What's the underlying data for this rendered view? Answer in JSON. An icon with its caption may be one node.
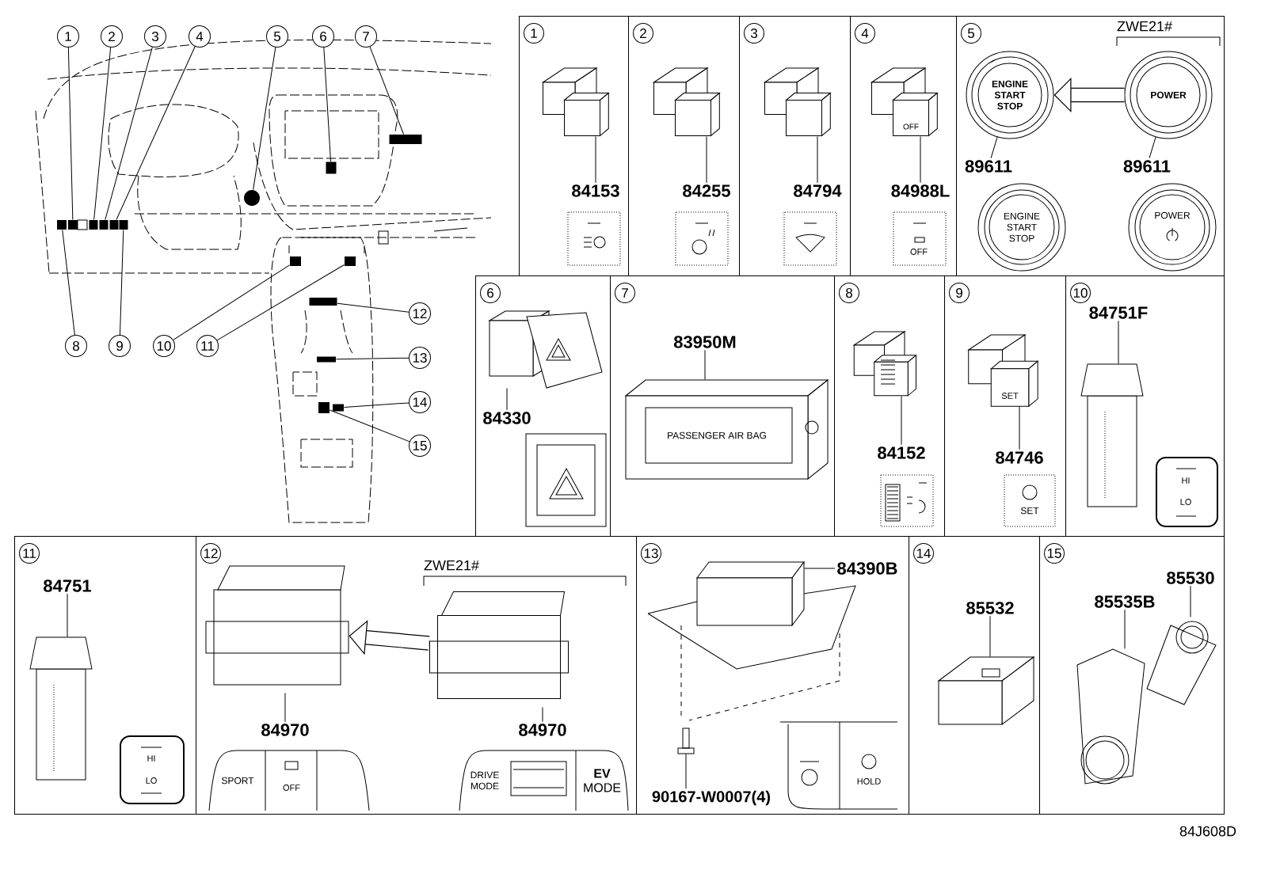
{
  "diagram": {
    "nodes": [
      {
        "text": [
          "1"
        ]
      },
      {
        "text": [
          "2"
        ]
      },
      {
        "text": [
          "3"
        ]
      },
      {
        "text": [
          "4"
        ]
      },
      {
        "text": [
          "5"
        ]
      },
      {
        "text": [
          "6"
        ]
      },
      {
        "text": [
          "7"
        ]
      },
      {
        "text": [
          "8"
        ]
      },
      {
        "text": [
          "9"
        ]
      },
      {
        "text": [
          "10"
        ]
      },
      {
        "text": [
          "11"
        ]
      },
      {
        "text": [
          "12"
        ]
      },
      {
        "text": [
          "13"
        ]
      },
      {
        "text": [
          "14"
        ]
      },
      {
        "text": [
          "15"
        ]
      },
      {
        "text": [
          "1"
        ]
      },
      {
        "text": [
          "2"
        ]
      },
      {
        "text": [
          "3"
        ]
      },
      {
        "text": [
          "4"
        ]
      },
      {
        "text": [
          "5"
        ]
      },
      {
        "text": [
          "6"
        ]
      },
      {
        "text": [
          "7"
        ]
      },
      {
        "text": [
          "8"
        ]
      },
      {
        "text": [
          "9"
        ]
      },
      {
        "text": [
          "10"
        ]
      },
      {
        "text": [
          "11"
        ]
      },
      {
        "text": [
          "12"
        ]
      },
      {
        "text": [
          "13"
        ]
      },
      {
        "text": [
          "14"
        ]
      },
      {
        "text": [
          "15"
        ]
      },
      {
        "text": [
          "84153"
        ],
        "in": 15
      },
      {
        "text": [
          "84255"
        ],
        "in": 16
      },
      {
        "text": [
          "84794"
        ],
        "in": 17
      },
      {
        "text": [
          "84988L"
        ],
        "in": 18
      },
      {
        "text": [
          "ENGINE START STOP"
        ],
        "in": 19
      },
      {
        "text": [
          "POWER"
        ],
        "in": 19
      },
      {
        "text": [
          "89611"
        ],
        "in": 19
      },
      {
        "text": [
          "89611"
        ],
        "in": 19
      },
      {
        "text": [
          "84330"
        ],
        "in": 20
      },
      {
        "text": [
          "83950M"
        ],
        "in": 21
      },
      {
        "text": [
          "84152"
        ],
        "in": 22
      },
      {
        "text": [
          "84746"
        ],
        "in": 23
      },
      {
        "text": [
          "84751F"
        ],
        "in": 24
      },
      {
        "text": [
          "84751"
        ],
        "in": 25
      },
      {
        "text": [],
        "shape": "picture",
        "in": 26
      },
      {
        "text": [],
        "shape": "picture",
        "in": 26
      },
      {
        "text": [
          "84970"
        ],
        "in": 26
      },
      {
        "text": [
          "84970"
        ],
        "in": 26
      },
      {
        "text": [
          "84390B"
        ],
        "in": 27
      },
      {
        "text": [
          "90167-W0007(4)"
        ],
        "in": 27
      },
      {
        "text": [
          "85532"
        ],
        "in": 28
      },
      {
        "text": [
          "85535B"
        ],
        "in": 29
      },
      {
        "text": [
          "85530"
        ],
        "in": 29
      },
      {
        "text": [],
        "shape": "box"
      },
      {
        "text": [],
        "shape": "box"
      },
      {
        "text": [],
        "shape": "box"
      },
      {
        "text": [],
        "shape": "box"
      },
      {
        "text": [],
        "shape": "circle"
      },
      {
        "text": [],
        "shape": "box"
      },
      {
        "text": [],
        "shape": "box"
      },
      {
        "text": [],
        "shape": "box"
      },
      {
        "text": [],
        "shape": "box"
      },
      {
        "text": [],
        "shape": "box"
      },
      {
        "text": [],
        "shape": "box"
      },
      {
        "text": [],
        "shape": "box"
      },
      {
        "text": [],
        "shape": "box"
      },
      {
        "text": [],
        "shape": "box"
      },
      {
        "text": [],
        "shape": "box"
      },
      {
        "text": [],
        "shape": "picture",
        "in": 15
      },
      {
        "text": [],
        "shape": "picture",
        "in": 16
      },
      {
        "text": [],
        "shape": "picture",
        "in": 17
      },
      {
        "text": [],
        "shape": "picture",
        "in": 18
      },
      {
        "text": [],
        "shape": "picture",
        "in": 20
      },
      {
        "text": [],
        "shape": "picture",
        "in": 21
      },
      {
        "text": [],
        "shape": "picture",
        "in": 22
      },
      {
        "text": [],
        "shape": "picture",
        "in": 23
      },
      {
        "text": [],
        "shape": "picture",
        "in": 24
      },
      {
        "text": [],
        "shape": "picture",
        "in": 25
      },
      {
        "text": [],
        "shape": "picture",
        "in": 27
      },
      {
        "text": [],
        "shape": "picture",
        "in": 27
      },
      {
        "text": [],
        "shape": "picture",
        "in": 28
      },
      {
        "text": [],
        "shape": "picture",
        "in": 29
      },
      {
        "text": [],
        "shape": "picture",
        "in": 29
      }
    ],
    "edges": [
      {
        "from": 0,
        "to": 53,
        "arrow": "none"
      },
      {
        "from": 1,
        "to": 54,
        "arrow": "none"
      },
      {
        "from": 2,
        "to": 55,
        "arrow": "none"
      },
      {
        "from": 3,
        "to": 56,
        "arrow": "none"
      },
      {
        "from": 4,
        "to": 57,
        "arrow": "none"
      },
      {
        "from": 5,
        "to": 58,
        "arrow": "none"
      },
      {
        "from": 6,
        "to": 59,
        "arrow": "none"
      },
      {
        "from": 7,
        "to": 60,
        "arrow": "none"
      },
      {
        "from": 8,
        "to": 61,
        "arrow": "none"
      },
      {
        "from": 9,
        "to": 62,
        "arrow": "none"
      },
      {
        "from": 10,
        "to": 63,
        "arrow": "none"
      },
      {
        "from": 11,
        "to": 64,
        "arrow": "none"
      },
      {
        "from": 12,
        "to": 65,
        "arrow": "none"
      },
      {
        "from": 13,
        "to": 66,
        "arrow": "none"
      },
      {
        "from": 14,
        "to": 67,
        "arrow": "none"
      },
      {
        "from": 30,
        "to": 68,
        "arrow": "none"
      },
      {
        "from": 31,
        "to": 69,
        "arrow": "none"
      },
      {
        "from": 32,
        "to": 70,
        "arrow": "none"
      },
      {
        "from": 33,
        "to": 71,
        "arrow": "none"
      },
      {
        "from": 36,
        "to": 34,
        "arrow": "none"
      },
      {
        "from": 37,
        "to": 35,
        "arrow": "none"
      },
      {
        "from": 35,
        "to": 34,
        "arrow": "to",
        "style": "thick"
      },
      {
        "from": 38,
        "to": 72,
        "arrow": "none"
      },
      {
        "from": 39,
        "to": 73,
        "arrow": "none"
      },
      {
        "from": 40,
        "to": 74,
        "arrow": "none"
      },
      {
        "from": 41,
        "to": 75,
        "arrow": "none"
      },
      {
        "from": 42,
        "to": 76,
        "arrow": "none"
      },
      {
        "from": 43,
        "to": 77,
        "arrow": "none"
      },
      {
        "from": 46,
        "to": 44,
        "arrow": "none"
      },
      {
        "from": 47,
        "to": 45,
        "arrow": "none"
      },
      {
        "from": 45,
        "to": 44,
        "arrow": "to",
        "style": "thick"
      },
      {
        "from": 48,
        "to": 78,
        "arrow": "none"
      },
      {
        "from": 49,
        "to": 79,
        "arrow": "none"
      },
      {
        "from": 50,
        "to": 80,
        "arrow": "none"
      },
      {
        "from": 51,
        "to": 81,
        "arrow": "none"
      },
      {
        "from": 52,
        "to": 82,
        "arrow": "none"
      }
    ],
    "labels": [
      "OFF",
      "OFF",
      "ZWE21#",
      "ENGINE START STOP",
      "POWER",
      "PASSENGER AIR BAG",
      "SET",
      "SET",
      "HI",
      "LO",
      "HI",
      "LO",
      "ZWE21#",
      "SPORT",
      "OFF",
      "DRIVE MODE",
      "**EV** MODE",
      "HOLD",
      "84J608D"
    ]
  }
}
